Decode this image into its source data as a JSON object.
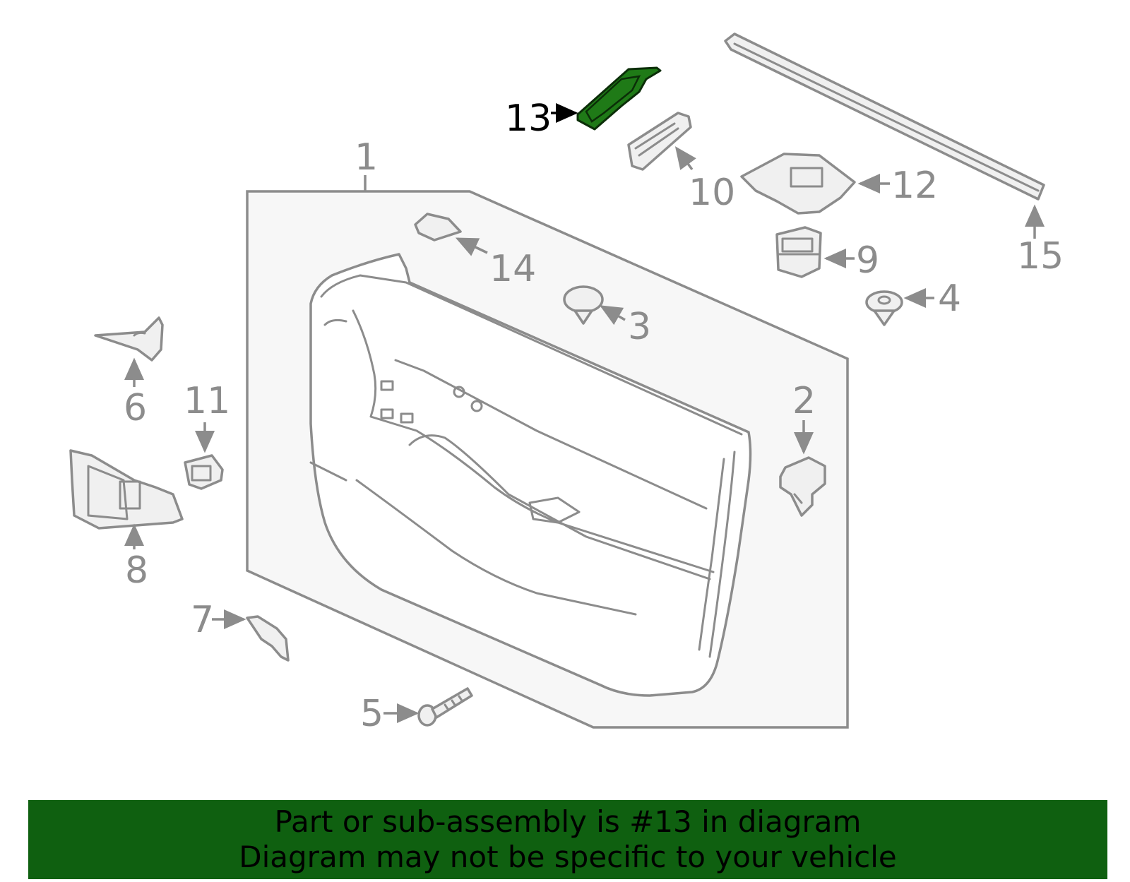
{
  "callouts": {
    "c1": "1",
    "c2": "2",
    "c3": "3",
    "c4": "4",
    "c5": "5",
    "c6": "6",
    "c7": "7",
    "c8": "8",
    "c9": "9",
    "c10": "10",
    "c11": "11",
    "c12": "12",
    "c13": "13",
    "c14": "14",
    "c15": "15"
  },
  "highlighted_part": "13",
  "colors": {
    "highlight_fill": "#1f7a17",
    "banner_bg": "#0f6010",
    "line": "#8c8c8c"
  },
  "banner": {
    "line1": "Part or sub-assembly is #13 in diagram",
    "line2": "Diagram may not be specific to your vehicle"
  }
}
